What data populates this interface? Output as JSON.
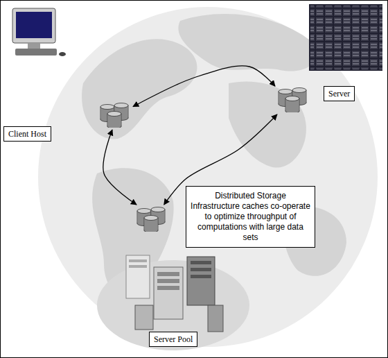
{
  "diagram": {
    "nodes": [
      {
        "text": [
          "Client Host"
        ]
      },
      {
        "text": [
          "Server"
        ]
      },
      {
        "text": [
          "Server Pool"
        ]
      },
      {
        "text": [
          "Distributed Storage Infrastructure caches co-operate to optimize throughput of computations with large data sets"
        ]
      }
    ],
    "edges": [
      {
        "from": 0,
        "to": 1,
        "arrow": "both"
      },
      {
        "from": 0,
        "to": 2,
        "arrow": "both"
      },
      {
        "from": 1,
        "to": 2,
        "arrow": "both"
      }
    ]
  }
}
